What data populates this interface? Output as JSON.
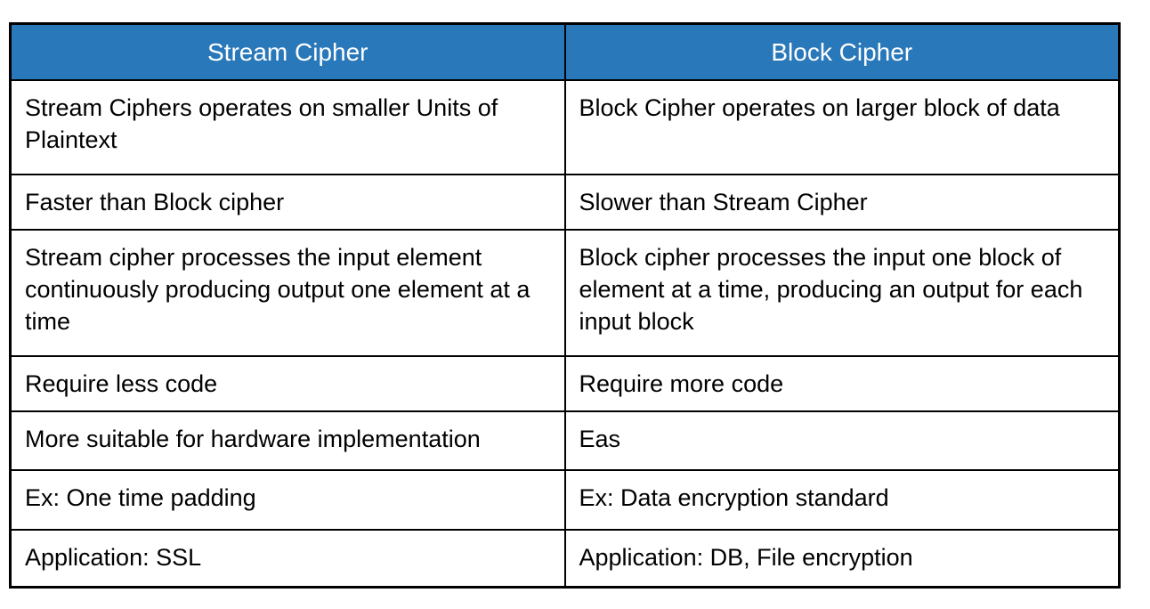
{
  "colors": {
    "header_bg": "#2878BA",
    "header_text": "#ffffff",
    "border": "#000000",
    "body_text": "#000000"
  },
  "table": {
    "headers": [
      {
        "label": "Stream Cipher"
      },
      {
        "label": "Block Cipher"
      }
    ],
    "rows": [
      {
        "stream": "Stream Ciphers operates on smaller Units of Plaintext",
        "block": "Block Cipher operates on larger block of data"
      },
      {
        "stream": "Faster than Block cipher",
        "block": "Slower than Stream Cipher"
      },
      {
        "stream": "Stream cipher processes the input element continuously producing output one element at a time",
        "block": "Block cipher processes the input one block of element at a time, producing an output for each input block"
      },
      {
        "stream": "Require less code",
        "block": "Require more code"
      },
      {
        "stream": "More suitable for hardware implementation",
        "block": "Eas"
      },
      {
        "stream": "Ex: One time padding",
        "block": "Ex: Data encryption standard"
      },
      {
        "stream": "Application: SSL",
        "block": "Application: DB, File encryption"
      }
    ]
  }
}
